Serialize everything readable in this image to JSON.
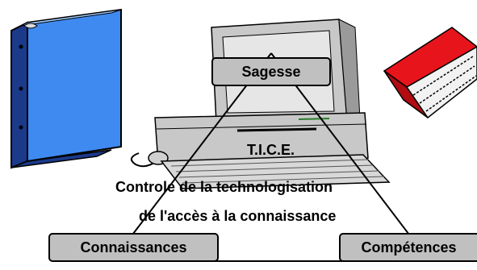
{
  "diagram": {
    "top_node": "Sagesse",
    "left_node": "Connaissances",
    "right_node": "Compétences",
    "center_label": "T.I.C.E.",
    "caption_line1": "Controle de la technologisation",
    "caption_line2": "de l'accès à la connaissance"
  },
  "icons": [
    "binder-icon",
    "computer-icon",
    "book-icon"
  ],
  "colors": {
    "binder_blue": "#3f8af0",
    "book_red": "#e8141c",
    "node_fill": "#c0c0c0",
    "computer_gray": "#c8c8c8"
  }
}
